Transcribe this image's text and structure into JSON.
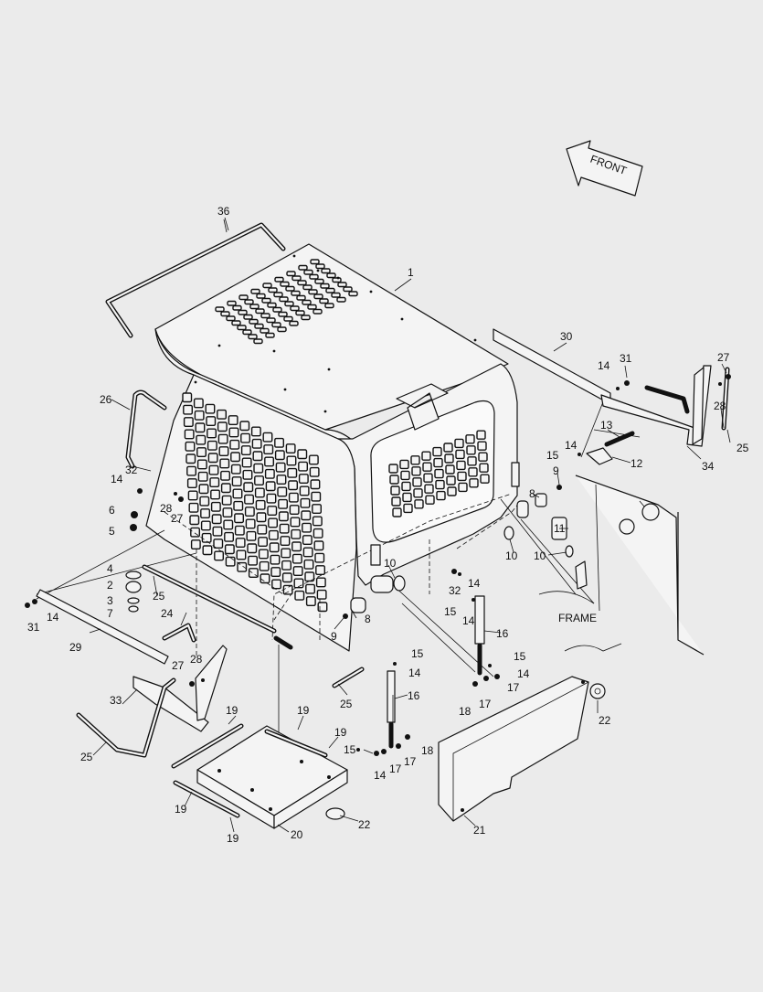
{
  "diagram": {
    "front_arrow_label": "FRONT",
    "frame_label": "FRAME",
    "callouts": [
      {
        "id": "c1",
        "text": "1"
      },
      {
        "id": "c2",
        "text": "2"
      },
      {
        "id": "c4",
        "text": "4"
      },
      {
        "id": "c5",
        "text": "5"
      },
      {
        "id": "c6",
        "text": "6"
      },
      {
        "id": "c7",
        "text": "7"
      },
      {
        "id": "c3",
        "text": "3"
      },
      {
        "id": "c8a",
        "text": "8"
      },
      {
        "id": "c8b",
        "text": "8"
      },
      {
        "id": "c9a",
        "text": "9"
      },
      {
        "id": "c9b",
        "text": "9"
      },
      {
        "id": "c10a",
        "text": "10"
      },
      {
        "id": "c10b",
        "text": "10"
      },
      {
        "id": "c10c",
        "text": "10"
      },
      {
        "id": "c11",
        "text": "11"
      },
      {
        "id": "c12",
        "text": "12"
      },
      {
        "id": "c13",
        "text": "13"
      },
      {
        "id": "c14a",
        "text": "14"
      },
      {
        "id": "c14b",
        "text": "14"
      },
      {
        "id": "c14c",
        "text": "14"
      },
      {
        "id": "c14d",
        "text": "14"
      },
      {
        "id": "c14e",
        "text": "14"
      },
      {
        "id": "c14f",
        "text": "14"
      },
      {
        "id": "c14g",
        "text": "14"
      },
      {
        "id": "c14h",
        "text": "14"
      },
      {
        "id": "c14i",
        "text": "14"
      },
      {
        "id": "c14j",
        "text": "14"
      },
      {
        "id": "c15a",
        "text": "15"
      },
      {
        "id": "c15b",
        "text": "15"
      },
      {
        "id": "c15c",
        "text": "15"
      },
      {
        "id": "c15d",
        "text": "15"
      },
      {
        "id": "c15e",
        "text": "15"
      },
      {
        "id": "c16a",
        "text": "16"
      },
      {
        "id": "c16b",
        "text": "16"
      },
      {
        "id": "c17a",
        "text": "17"
      },
      {
        "id": "c17b",
        "text": "17"
      },
      {
        "id": "c17c",
        "text": "17"
      },
      {
        "id": "c17d",
        "text": "17"
      },
      {
        "id": "c18a",
        "text": "18"
      },
      {
        "id": "c18b",
        "text": "18"
      },
      {
        "id": "c19a",
        "text": "19"
      },
      {
        "id": "c19b",
        "text": "19"
      },
      {
        "id": "c19c",
        "text": "19"
      },
      {
        "id": "c19d",
        "text": "19"
      },
      {
        "id": "c19e",
        "text": "19"
      },
      {
        "id": "c20",
        "text": "20"
      },
      {
        "id": "c21",
        "text": "21"
      },
      {
        "id": "c22a",
        "text": "22"
      },
      {
        "id": "c22b",
        "text": "22"
      },
      {
        "id": "c24",
        "text": "24"
      },
      {
        "id": "c25a",
        "text": "25"
      },
      {
        "id": "c25b",
        "text": "25"
      },
      {
        "id": "c25c",
        "text": "25"
      },
      {
        "id": "c25d",
        "text": "25"
      },
      {
        "id": "c26",
        "text": "26"
      },
      {
        "id": "c27a",
        "text": "27"
      },
      {
        "id": "c27b",
        "text": "27"
      },
      {
        "id": "c27c",
        "text": "27"
      },
      {
        "id": "c28a",
        "text": "28"
      },
      {
        "id": "c28b",
        "text": "28"
      },
      {
        "id": "c28c",
        "text": "28"
      },
      {
        "id": "c29",
        "text": "29"
      },
      {
        "id": "c30",
        "text": "30"
      },
      {
        "id": "c31a",
        "text": "31"
      },
      {
        "id": "c31b",
        "text": "31"
      },
      {
        "id": "c32a",
        "text": "32"
      },
      {
        "id": "c32b",
        "text": "32"
      },
      {
        "id": "c33",
        "text": "33"
      },
      {
        "id": "c34",
        "text": "34"
      },
      {
        "id": "c36",
        "text": "36"
      }
    ]
  }
}
